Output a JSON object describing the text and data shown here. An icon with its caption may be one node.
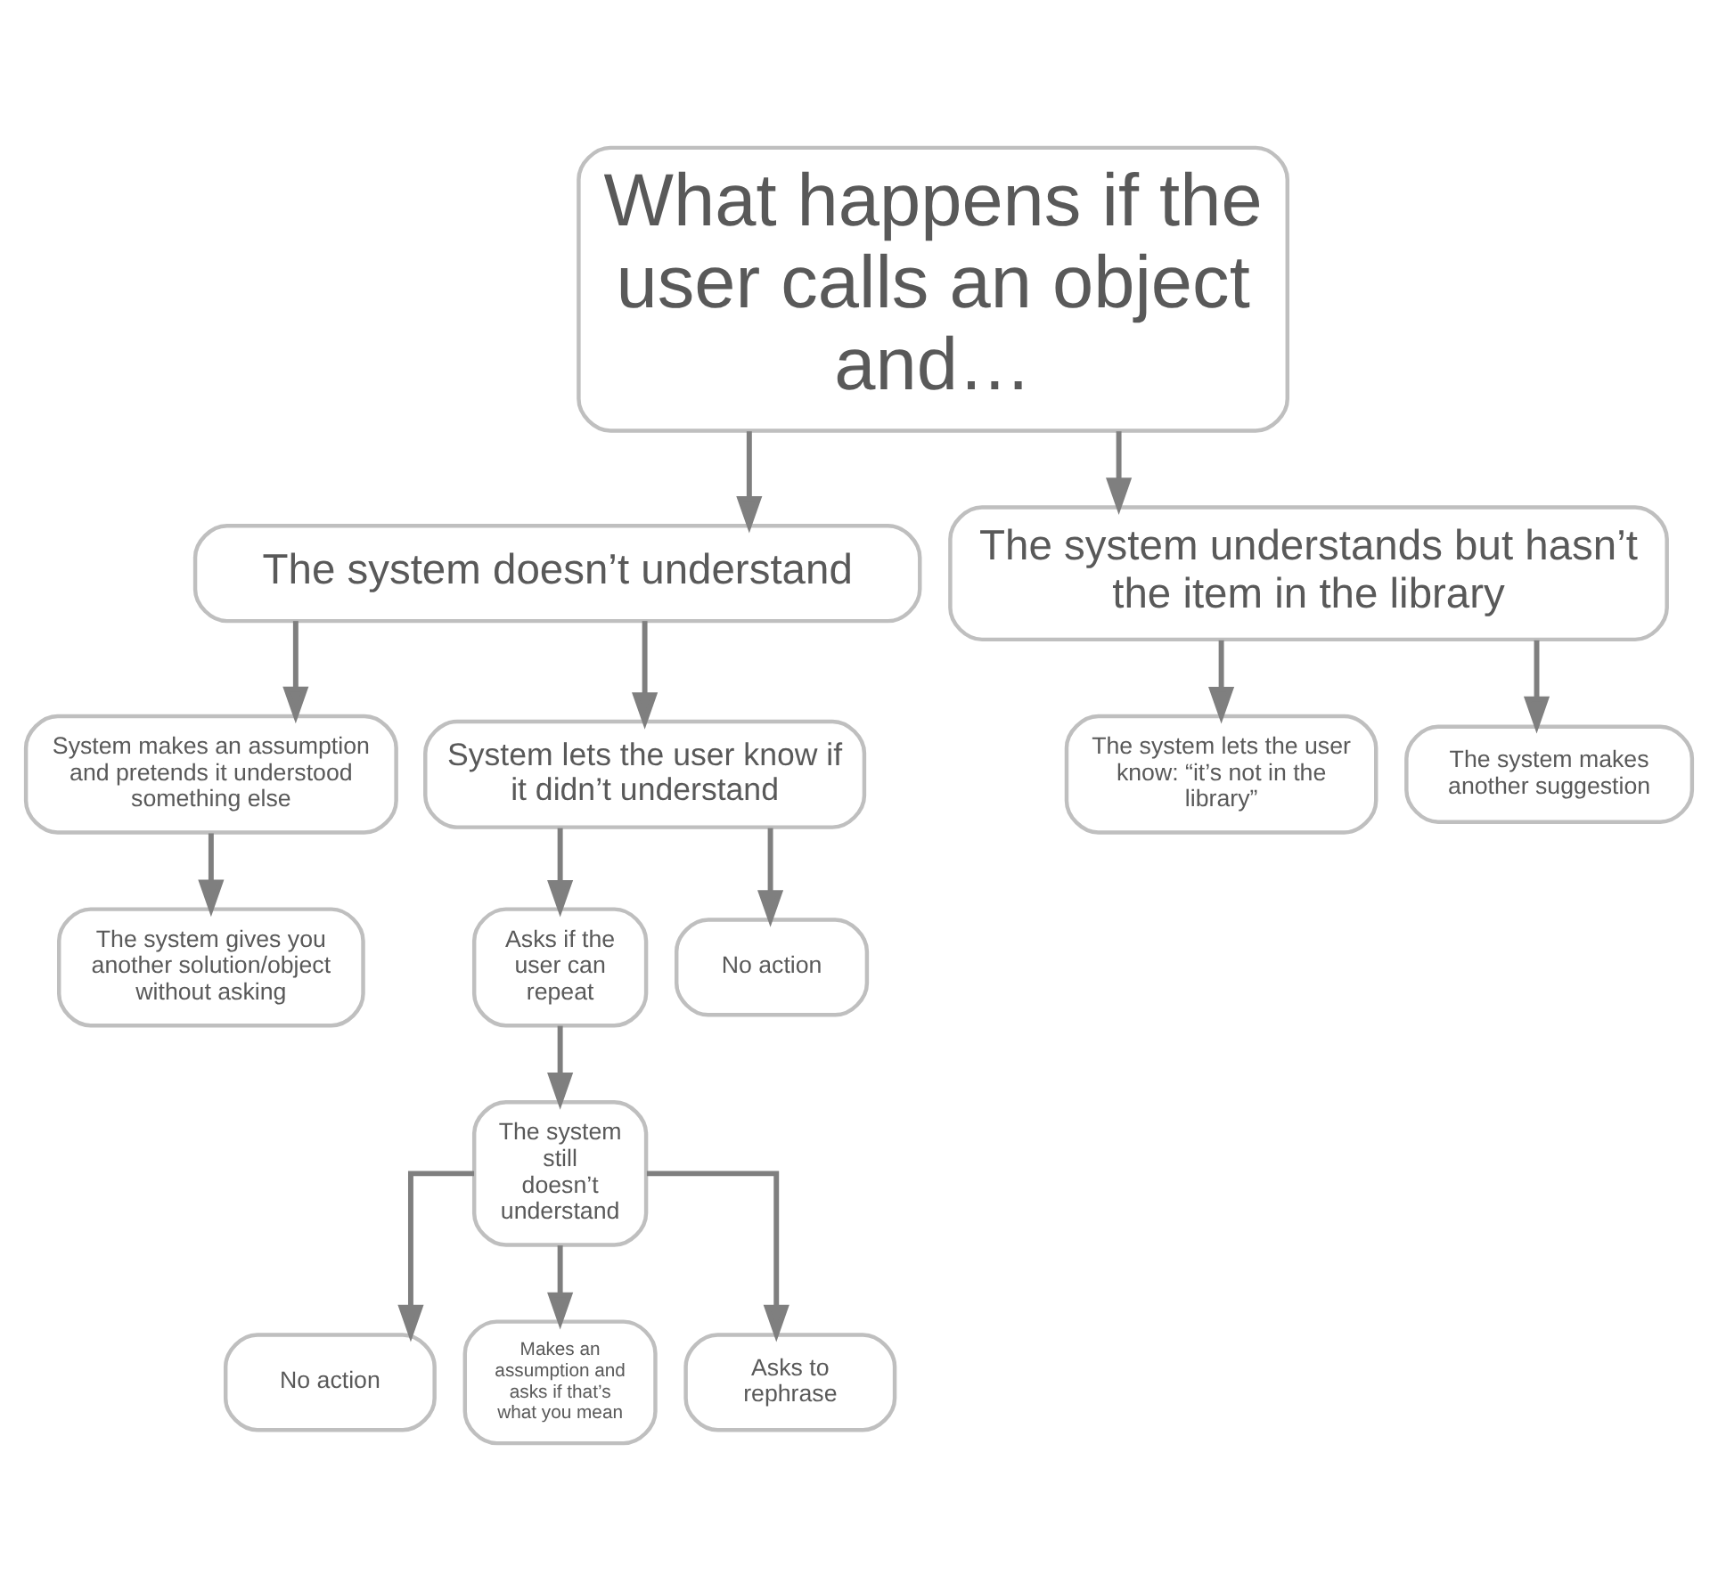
{
  "diagram": {
    "nodes": [
      {
        "text": [
          "What happens if the user calls an object and…"
        ]
      },
      {
        "text": [
          "The system doesn’t understand"
        ]
      },
      {
        "text": [
          "The system understands but hasn’t the item in the library"
        ]
      },
      {
        "text": [
          "System makes an assumption and pretends it understood something else"
        ]
      },
      {
        "text": [
          "System lets the user know if it didn’t understand"
        ]
      },
      {
        "text": [
          "The system lets the user know: “it’s not in the library”"
        ]
      },
      {
        "text": [
          "The system makes another suggestion"
        ]
      },
      {
        "text": [
          "The system gives you another solution/object without asking"
        ]
      },
      {
        "text": [
          "Asks if the user can repeat"
        ]
      },
      {
        "text": [
          "No action"
        ]
      },
      {
        "text": [
          "The system still doesn’t understand"
        ]
      },
      {
        "text": [
          "No action"
        ]
      },
      {
        "text": [
          "Makes an assumption and asks if that’s what you mean"
        ]
      },
      {
        "text": [
          "Asks to rephrase"
        ]
      }
    ],
    "edges": [
      {
        "from": 0,
        "to": 1,
        "arrow": "to"
      },
      {
        "from": 0,
        "to": 2,
        "arrow": "to"
      },
      {
        "from": 1,
        "to": 3,
        "arrow": "to"
      },
      {
        "from": 1,
        "to": 4,
        "arrow": "to"
      },
      {
        "from": 2,
        "to": 5,
        "arrow": "to"
      },
      {
        "from": 2,
        "to": 6,
        "arrow": "to"
      },
      {
        "from": 3,
        "to": 7,
        "arrow": "to"
      },
      {
        "from": 4,
        "to": 8,
        "arrow": "to"
      },
      {
        "from": 4,
        "to": 9,
        "arrow": "to"
      },
      {
        "from": 8,
        "to": 10,
        "arrow": "to"
      },
      {
        "from": 10,
        "to": 11,
        "arrow": "to"
      },
      {
        "from": 10,
        "to": 12,
        "arrow": "to"
      },
      {
        "from": 10,
        "to": 13,
        "arrow": "to"
      }
    ]
  }
}
